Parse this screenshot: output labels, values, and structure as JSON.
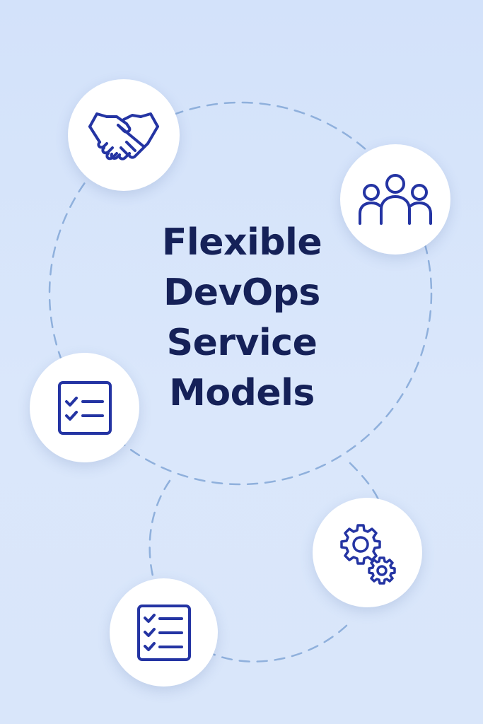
{
  "title_lines": [
    "Flexible",
    "DevOps",
    "Service",
    "Models"
  ],
  "colors": {
    "background": "#d8e6fb",
    "title": "#152158",
    "icon": "#2434a3",
    "dashed_path": "#8fb0dc",
    "node_fill": "#ffffff"
  },
  "nodes": [
    {
      "icon": "handshake-icon"
    },
    {
      "icon": "team-icon"
    },
    {
      "icon": "checklist-icon"
    },
    {
      "icon": "gears-icon"
    },
    {
      "icon": "checklist-icon"
    }
  ]
}
